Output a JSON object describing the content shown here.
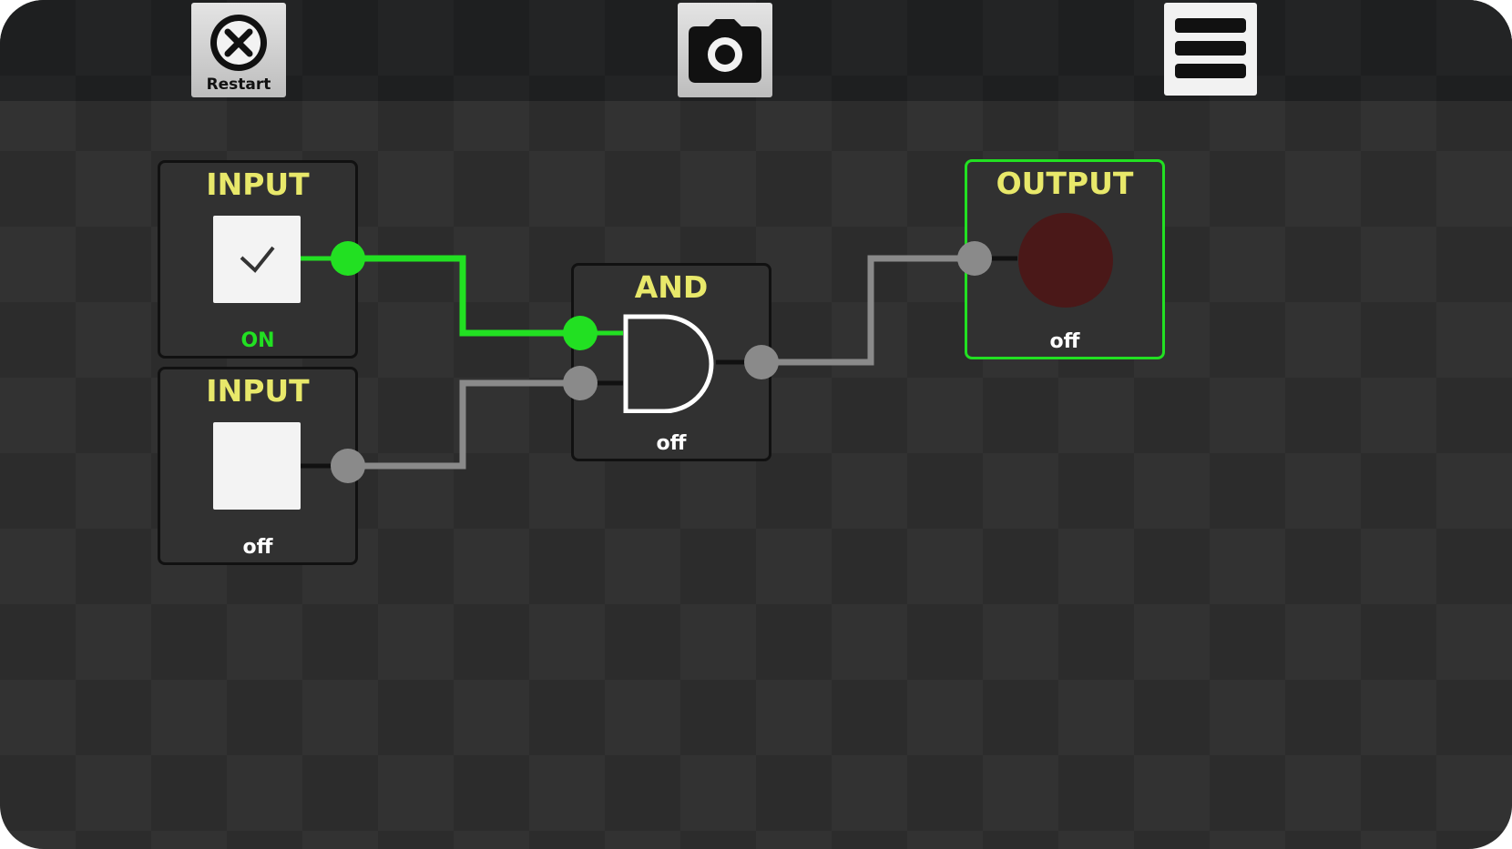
{
  "toolbar": {
    "restart_label": "Restart",
    "restart_icon": "close-circle-icon",
    "camera_icon": "camera-icon",
    "menu_icon": "hamburger-menu-icon"
  },
  "nodes": {
    "input1": {
      "title": "INPUT",
      "status": "ON",
      "checked": true
    },
    "input2": {
      "title": "INPUT",
      "status": "off",
      "checked": false
    },
    "and_gate": {
      "title": "AND",
      "status": "off"
    },
    "output": {
      "title": "OUTPUT",
      "status": "off"
    }
  },
  "colors": {
    "active_wire": "#22e022",
    "inactive_wire": "#8a8a8a",
    "title_text": "#e8e86a",
    "lamp_off": "#4a1818"
  }
}
